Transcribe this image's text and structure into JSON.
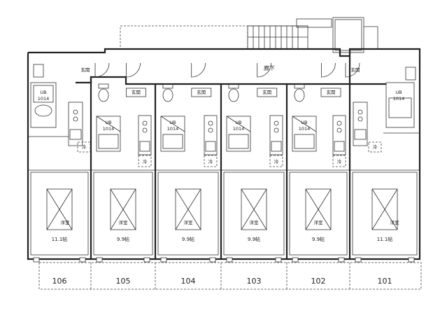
{
  "corridor_label": "廊下",
  "units": [
    {
      "number": "106",
      "room": "洋室",
      "size": "11.1帖",
      "entry": "玄関",
      "bath": "UB",
      "bath_size": "1014",
      "fridge": "冷"
    },
    {
      "number": "105",
      "room": "洋室",
      "size": "9.9帖",
      "entry": "玄関",
      "bath": "UB",
      "bath_size": "1014",
      "fridge": "冷"
    },
    {
      "number": "104",
      "room": "洋室",
      "size": "9.9帖",
      "entry": "玄関",
      "bath": "UB",
      "bath_size": "1014",
      "fridge": "冷"
    },
    {
      "number": "103",
      "room": "洋室",
      "size": "9.9帖",
      "entry": "玄関",
      "bath": "UB",
      "bath_size": "1014",
      "fridge": "冷"
    },
    {
      "number": "102",
      "room": "洋室",
      "size": "9.9帖",
      "entry": "玄関",
      "bath": "UB",
      "bath_size": "1014",
      "fridge": "冷"
    },
    {
      "number": "101",
      "room": "洋室",
      "size": "11.1帖",
      "entry": "玄関",
      "bath": "UB",
      "bath_size": "1014",
      "fridge": "冷"
    }
  ]
}
